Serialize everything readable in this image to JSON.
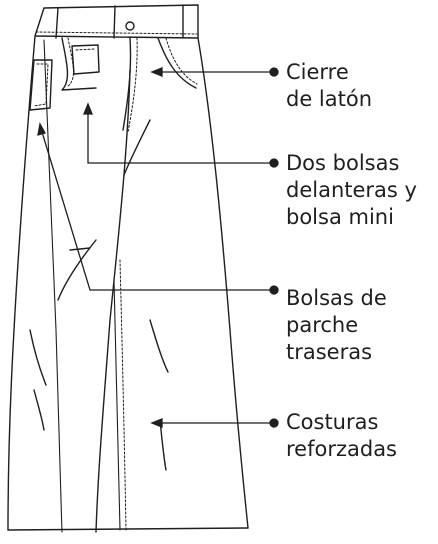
{
  "callouts": [
    {
      "id": "brass-zipper",
      "lines": [
        "Cierre",
        "de latón"
      ]
    },
    {
      "id": "front-pockets",
      "lines": [
        "Dos bolsas",
        "delanteras y",
        "bolsa mini"
      ]
    },
    {
      "id": "back-patch-pockets",
      "lines": [
        "Bolsas de",
        "parche",
        "traseras"
      ]
    },
    {
      "id": "reinforced-seams",
      "lines": [
        "Costuras",
        "reforzadas"
      ]
    }
  ],
  "colors": {
    "ink": "#1f1f1f",
    "background": "#ffffff"
  }
}
